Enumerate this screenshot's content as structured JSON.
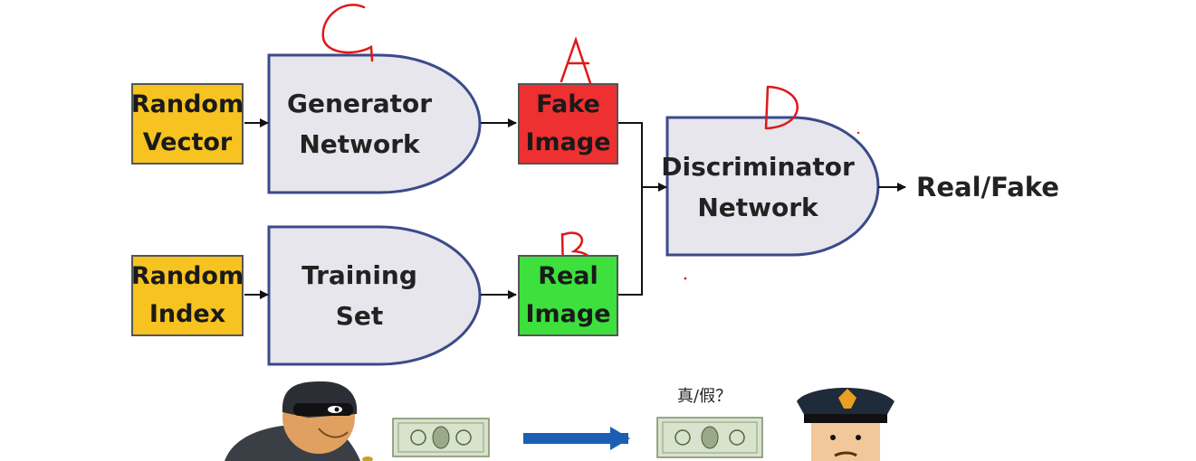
{
  "diagram": {
    "random_vector": "Random\nVector",
    "generator": "Generator\nNetwork",
    "fake_image": "Fake\nImage",
    "random_index": "Random\nIndex",
    "training_set": "Training\nSet",
    "real_image": "Real\nImage",
    "discriminator": "Discriminator\nNetwork",
    "output": "Real/Fake"
  },
  "annotations": {
    "g": "G",
    "a": "A",
    "b": "B",
    "d": "D"
  },
  "illustration": {
    "question": "真/假？"
  },
  "colors": {
    "yellow": "#f7c320",
    "red": "#ee3030",
    "green": "#3de03d",
    "node_fill": "#e6e6ec",
    "node_border": "#3b4a8a",
    "handwriting": "#e01818",
    "arrow_blue": "#1a5fb4"
  }
}
